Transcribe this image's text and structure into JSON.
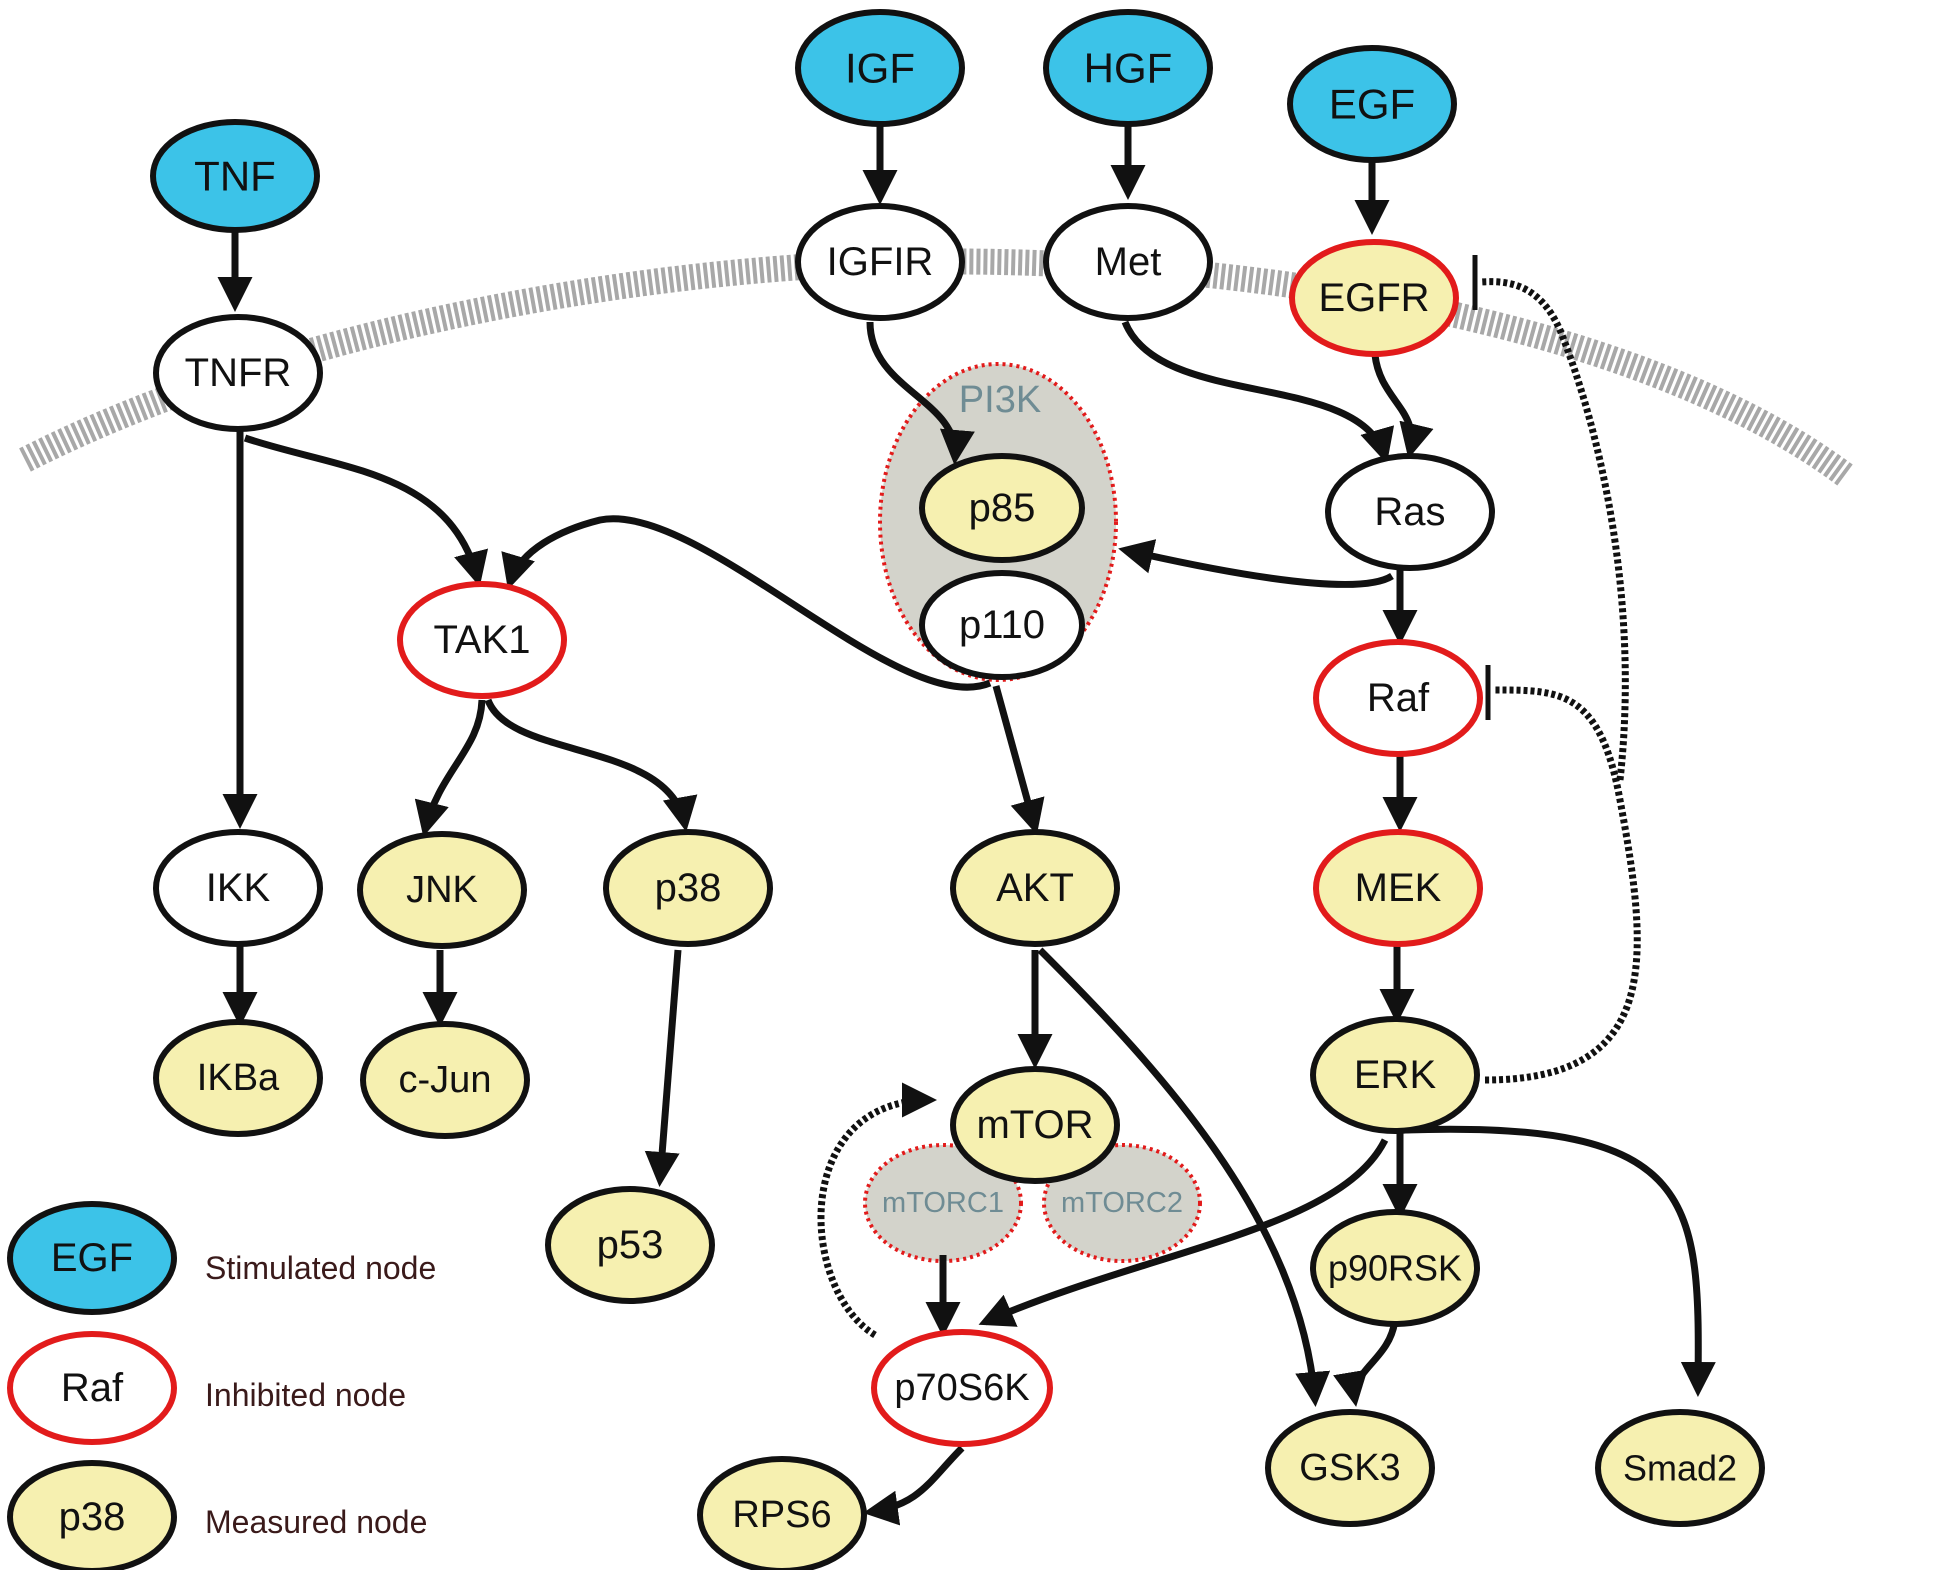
{
  "colors": {
    "stimulated_fill": "#3cc3e8",
    "measured_fill": "#f6f0b0",
    "plain_fill": "#ffffff",
    "inhibited_stroke": "#e21b1b",
    "default_stroke": "#111111",
    "group_fill": "#d0d0c8",
    "membrane": "#aaaaaa"
  },
  "nodes": {
    "tnf": "TNF",
    "igf": "IGF",
    "hgf": "HGF",
    "egf": "EGF",
    "tnfr": "TNFR",
    "igfir": "IGFIR",
    "met": "Met",
    "egfr": "EGFR",
    "ras": "Ras",
    "p85": "p85",
    "p110": "p110",
    "tak1": "TAK1",
    "raf": "Raf",
    "ikk": "IKK",
    "jnk": "JNK",
    "p38": "p38",
    "akt": "AKT",
    "mek": "MEK",
    "ikba": "IKBa",
    "cjun": "c-Jun",
    "mtor": "mTOR",
    "erk": "ERK",
    "p53": "p53",
    "p90rsk": "p90RSK",
    "p70s6k": "p70S6K",
    "gsk3": "GSK3",
    "smad2": "Smad2",
    "rps6": "RPS6"
  },
  "groups": {
    "pi3k": "PI3K",
    "mtorc1": "mTORC1",
    "mtorc2": "mTORC2"
  },
  "legend": {
    "stimulated": {
      "sample": "EGF",
      "label": "Stimulated node"
    },
    "inhibited": {
      "sample": "Raf",
      "label": "Inhibited node"
    },
    "measured": {
      "sample": "p38",
      "label": "Measured node"
    }
  }
}
